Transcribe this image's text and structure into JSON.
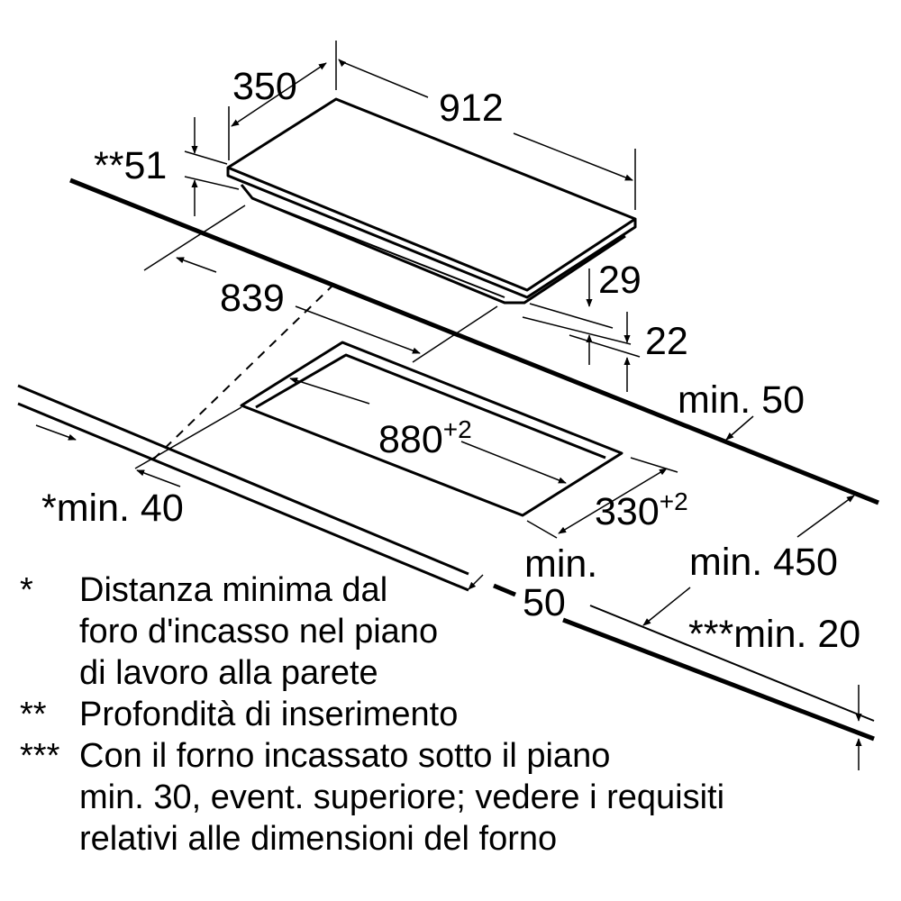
{
  "dimensions": {
    "hob_depth": "350",
    "hob_width": "912",
    "insertion_depth": "**51",
    "frame_width": "839",
    "hob_height": "29",
    "worktop_thickness": "22",
    "rear_clearance": "min. 50",
    "cutout_width": "880",
    "cutout_width_tol": "+2",
    "cutout_depth": "330",
    "cutout_depth_tol": "+2",
    "wall_distance": "*min. 40",
    "front_clearance_a": "min.",
    "front_clearance_b": "50",
    "side_clearance": "min. 450",
    "oven_clearance": "***min. 20"
  },
  "legend": [
    {
      "marker": "*",
      "lines": [
        "Distanza minima dal",
        "foro d'incasso nel piano",
        "di lavoro alla parete"
      ]
    },
    {
      "marker": "**",
      "lines": [
        "Profondità di inserimento"
      ]
    },
    {
      "marker": "***",
      "lines": [
        "Con il forno incassato sotto il piano",
        "min. 30, event. superiore; vedere i requisiti",
        "relativi alle dimensioni del forno"
      ]
    }
  ]
}
